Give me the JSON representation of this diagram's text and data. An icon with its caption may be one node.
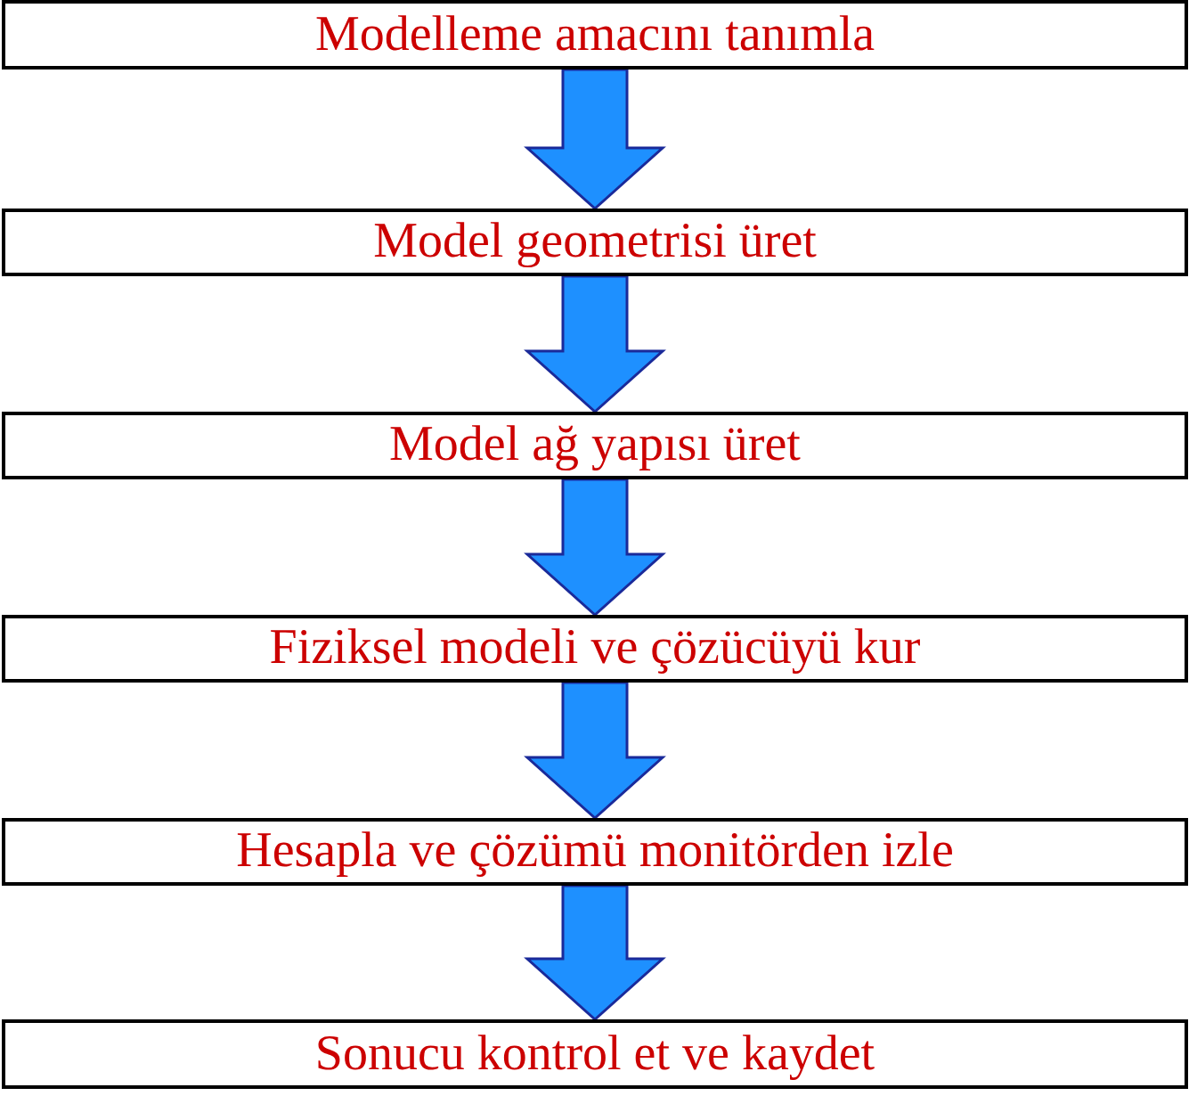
{
  "diagram": {
    "nodes": [
      {
        "text": [
          "Modelleme amacını tanımla"
        ]
      },
      {
        "text": [
          "Model geometrisi üret"
        ]
      },
      {
        "text": [
          "Model ağ yapısı üret"
        ]
      },
      {
        "text": [
          "Fiziksel modeli ve çözücüyü kur"
        ]
      },
      {
        "text": [
          "Hesapla ve çözümü monitörden izle"
        ]
      },
      {
        "text": [
          "Sonucu kontrol et ve kaydet"
        ]
      }
    ],
    "edges": [
      {
        "from": 0,
        "to": 1,
        "arrow": "to"
      },
      {
        "from": 1,
        "to": 2,
        "arrow": "to"
      },
      {
        "from": 2,
        "to": 3,
        "arrow": "to"
      },
      {
        "from": 3,
        "to": 4,
        "arrow": "to"
      },
      {
        "from": 4,
        "to": 5,
        "arrow": "to"
      }
    ]
  }
}
